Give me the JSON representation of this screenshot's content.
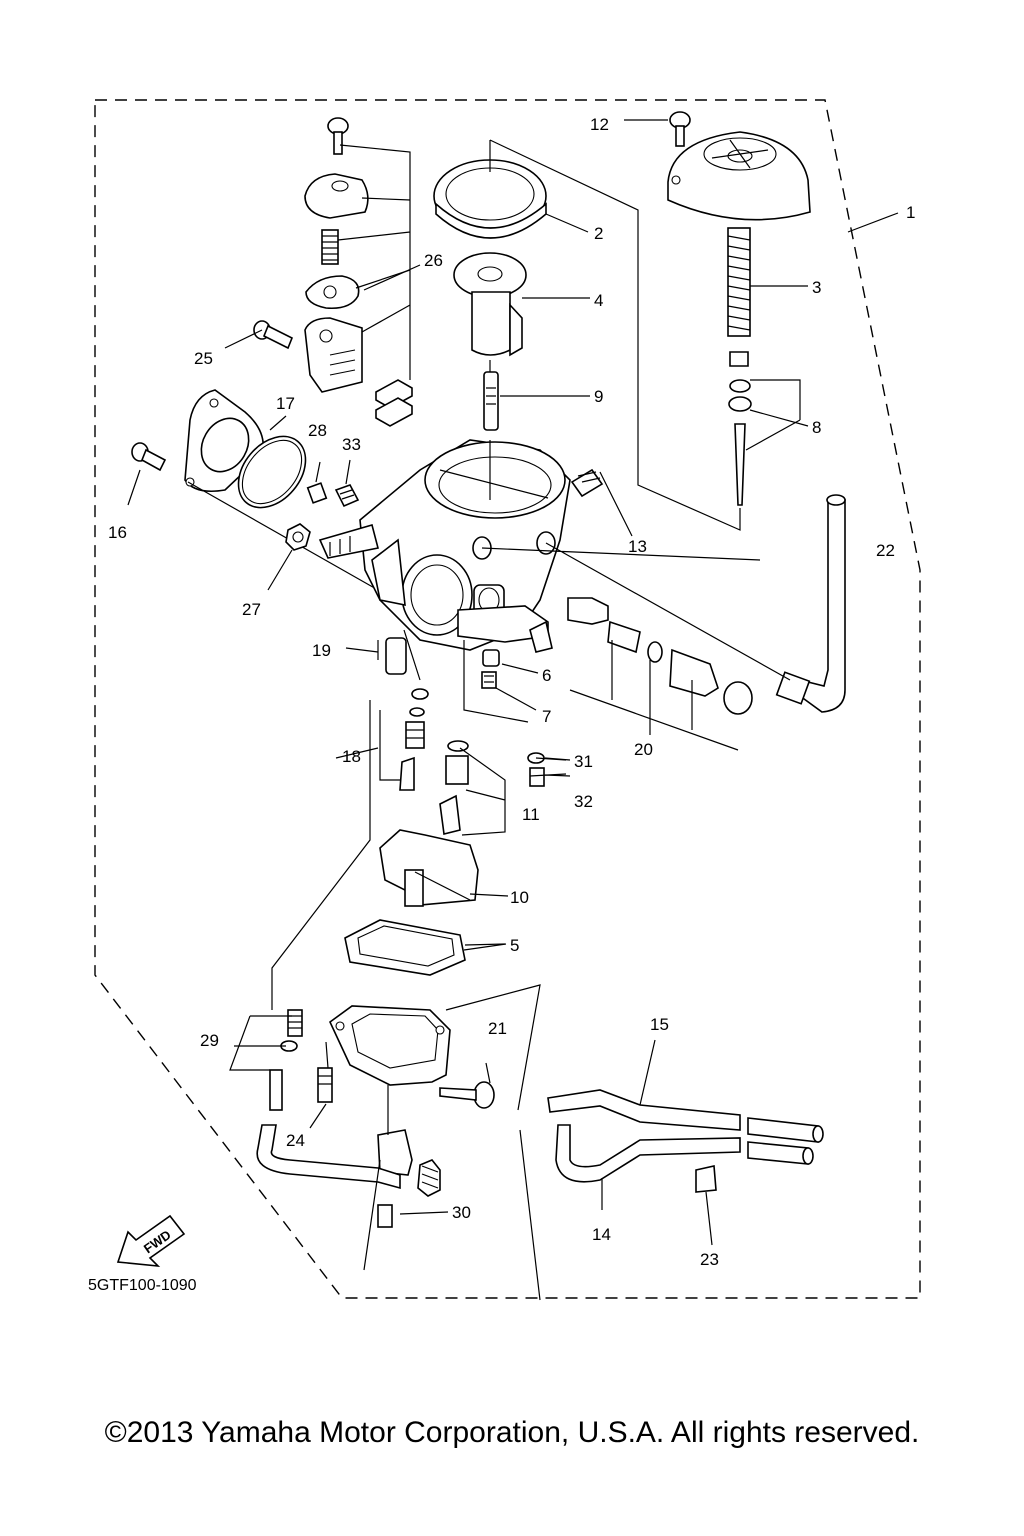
{
  "diagram": {
    "drawing_code": "5GTF100-1090",
    "fwd_arrow_label": "FWD",
    "callouts": [
      "1",
      "2",
      "3",
      "4",
      "5",
      "6",
      "7",
      "8",
      "9",
      "10",
      "11",
      "12",
      "13",
      "14",
      "15",
      "16",
      "17",
      "18",
      "19",
      "20",
      "21",
      "22",
      "23",
      "24",
      "25",
      "26",
      "27",
      "28",
      "29",
      "30",
      "31",
      "32",
      "33"
    ]
  },
  "footer": {
    "copyright": "©2013 Yamaha Motor Corporation, U.S.A. All rights reserved."
  }
}
